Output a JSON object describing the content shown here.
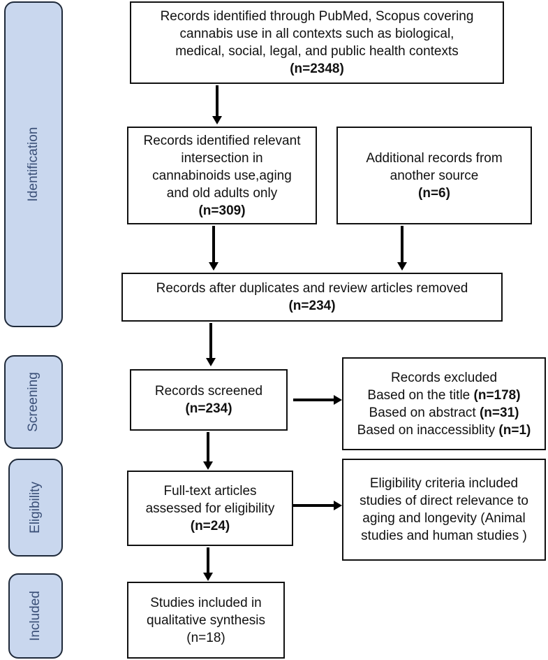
{
  "phases": {
    "identification": "Identification",
    "screening": "Screening",
    "eligibility": "Eligibility",
    "included": "Included"
  },
  "boxes": {
    "pubmed": {
      "line1": "Records identified through PubMed, Scopus covering",
      "line2": "cannabis use in all contexts such as biological,",
      "line3": "medical, social, legal, and public health contexts",
      "count": "(n=2348)"
    },
    "relevant": {
      "line1": "Records identified relevant",
      "line2": "intersection in",
      "line3": "cannabinoids use,aging",
      "line4": "and old adults only",
      "count": "(n=309)"
    },
    "additional": {
      "line1": "Additional records from",
      "line2": "another source",
      "count": "(n=6)"
    },
    "dedup": {
      "line1": "Records after duplicates and review articles removed",
      "count": "(n=234)"
    },
    "screened": {
      "line1": "Records screened",
      "count": "(n=234)"
    },
    "excluded": {
      "line1": "Records excluded",
      "line2_text": "Based on the title ",
      "line2_count": "(n=178)",
      "line3_text": "Based on abstract ",
      "line3_count": "(n=31)",
      "line4_text": "Based on inaccessiblity ",
      "line4_count": "(n=1)"
    },
    "fulltext": {
      "line1": "Full-text articles",
      "line2": "assessed for eligibility",
      "count": "(n=24)"
    },
    "criteria": {
      "line1": "Eligibility criteria included",
      "line2": "studies of direct relevance to",
      "line3": "aging and longevity (Animal",
      "line4": "studies and human studies )"
    },
    "included": {
      "line1": "Studies included in",
      "line2": "qualitative synthesis",
      "count": "(n=18)"
    }
  }
}
